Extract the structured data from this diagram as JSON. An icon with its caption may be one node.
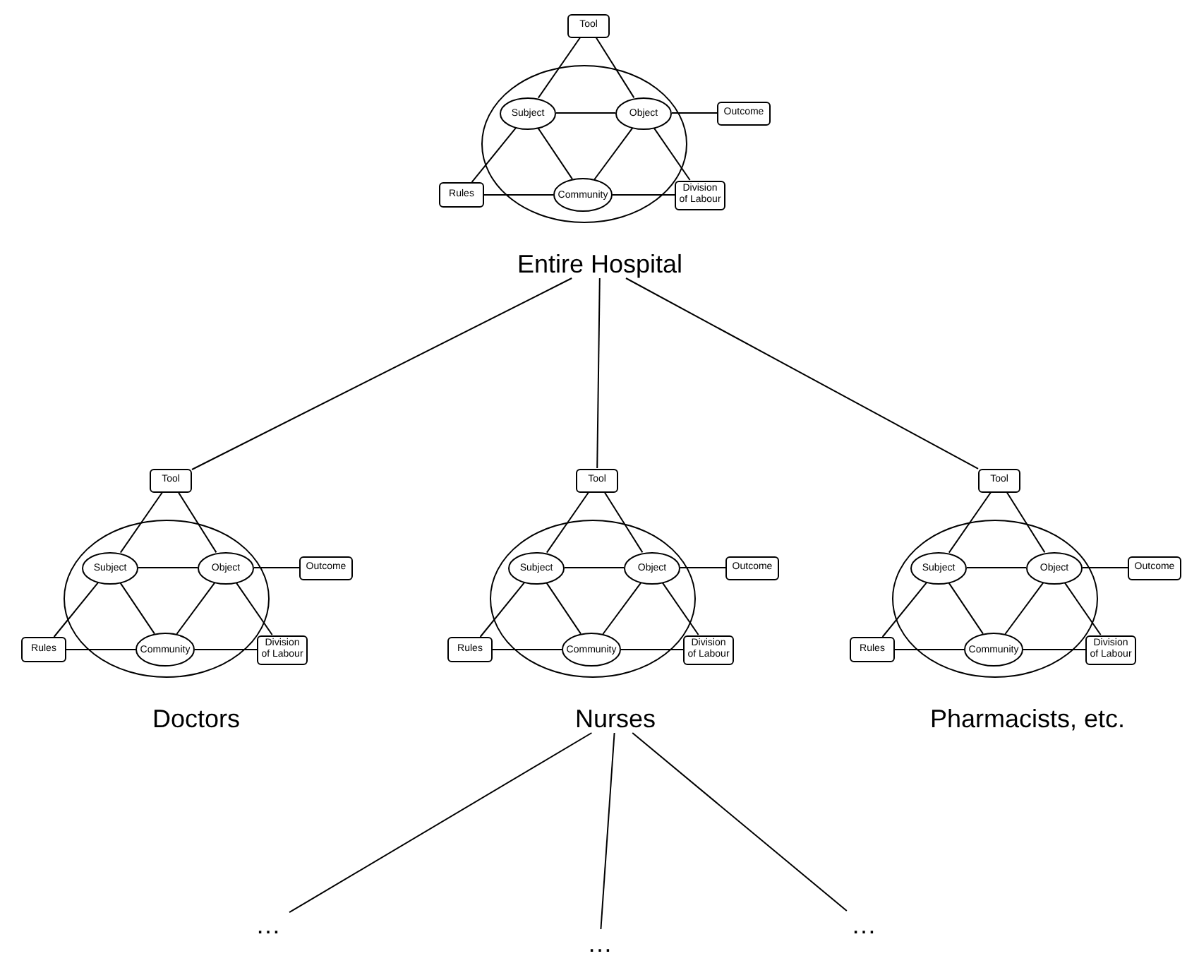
{
  "diagram": {
    "nodes": [
      {
        "text": [
          "Tool"
        ]
      },
      {
        "text": [],
        "shape": "circle"
      },
      {
        "text": [
          "Subject"
        ],
        "in": 1
      },
      {
        "text": [
          "Object"
        ],
        "in": 1
      },
      {
        "text": [
          "Outcome"
        ]
      },
      {
        "text": [
          "Rules"
        ]
      },
      {
        "text": [
          "Community"
        ],
        "in": 1
      },
      {
        "text": [
          "Division of Labour"
        ]
      },
      {
        "text": [
          "Entire Hospital"
        ]
      },
      {
        "text": [
          "Tool"
        ]
      },
      {
        "text": [],
        "shape": "circle"
      },
      {
        "text": [
          "Subject"
        ],
        "in": 10
      },
      {
        "text": [
          "Object"
        ],
        "in": 10
      },
      {
        "text": [
          "Outcome"
        ]
      },
      {
        "text": [
          "Rules"
        ]
      },
      {
        "text": [
          "Community"
        ],
        "in": 10
      },
      {
        "text": [
          "Division of Labour"
        ]
      },
      {
        "text": [
          "Doctors"
        ]
      },
      {
        "text": [
          "Tool"
        ]
      },
      {
        "text": [],
        "shape": "circle"
      },
      {
        "text": [
          "Subject"
        ],
        "in": 19
      },
      {
        "text": [
          "Object"
        ],
        "in": 19
      },
      {
        "text": [
          "Outcome"
        ]
      },
      {
        "text": [
          "Rules"
        ]
      },
      {
        "text": [
          "Community"
        ],
        "in": 19
      },
      {
        "text": [
          "Division of Labour"
        ]
      },
      {
        "text": [
          "Nurses"
        ]
      },
      {
        "text": [
          "Tool"
        ]
      },
      {
        "text": [],
        "shape": "circle"
      },
      {
        "text": [
          "Subject"
        ],
        "in": 28
      },
      {
        "text": [
          "Object"
        ],
        "in": 28
      },
      {
        "text": [
          "Outcome"
        ]
      },
      {
        "text": [
          "Rules"
        ]
      },
      {
        "text": [
          "Community"
        ],
        "in": 28
      },
      {
        "text": [
          "Division of Labour"
        ]
      },
      {
        "text": [
          "Pharmacists, etc."
        ]
      },
      {
        "text": [
          "…"
        ]
      },
      {
        "text": [
          "…"
        ]
      },
      {
        "text": [
          "…"
        ]
      }
    ],
    "edges": [
      {
        "from": 0,
        "to": 2,
        "arrow": "none"
      },
      {
        "from": 0,
        "to": 3,
        "arrow": "none"
      },
      {
        "from": 2,
        "to": 3,
        "arrow": "none"
      },
      {
        "from": 3,
        "to": 4,
        "arrow": "none"
      },
      {
        "from": 2,
        "to": 5,
        "arrow": "none"
      },
      {
        "from": 2,
        "to": 6,
        "arrow": "none"
      },
      {
        "from": 3,
        "to": 6,
        "arrow": "none"
      },
      {
        "from": 3,
        "to": 7,
        "arrow": "none"
      },
      {
        "from": 5,
        "to": 6,
        "arrow": "none"
      },
      {
        "from": 6,
        "to": 7,
        "arrow": "none"
      },
      {
        "from": 9,
        "to": 11,
        "arrow": "none"
      },
      {
        "from": 9,
        "to": 12,
        "arrow": "none"
      },
      {
        "from": 11,
        "to": 12,
        "arrow": "none"
      },
      {
        "from": 12,
        "to": 13,
        "arrow": "none"
      },
      {
        "from": 11,
        "to": 14,
        "arrow": "none"
      },
      {
        "from": 11,
        "to": 15,
        "arrow": "none"
      },
      {
        "from": 12,
        "to": 15,
        "arrow": "none"
      },
      {
        "from": 12,
        "to": 16,
        "arrow": "none"
      },
      {
        "from": 14,
        "to": 15,
        "arrow": "none"
      },
      {
        "from": 15,
        "to": 16,
        "arrow": "none"
      },
      {
        "from": 18,
        "to": 20,
        "arrow": "none"
      },
      {
        "from": 18,
        "to": 21,
        "arrow": "none"
      },
      {
        "from": 20,
        "to": 21,
        "arrow": "none"
      },
      {
        "from": 21,
        "to": 22,
        "arrow": "none"
      },
      {
        "from": 20,
        "to": 23,
        "arrow": "none"
      },
      {
        "from": 20,
        "to": 24,
        "arrow": "none"
      },
      {
        "from": 21,
        "to": 24,
        "arrow": "none"
      },
      {
        "from": 21,
        "to": 25,
        "arrow": "none"
      },
      {
        "from": 23,
        "to": 24,
        "arrow": "none"
      },
      {
        "from": 24,
        "to": 25,
        "arrow": "none"
      },
      {
        "from": 27,
        "to": 29,
        "arrow": "none"
      },
      {
        "from": 27,
        "to": 30,
        "arrow": "none"
      },
      {
        "from": 29,
        "to": 30,
        "arrow": "none"
      },
      {
        "from": 30,
        "to": 31,
        "arrow": "none"
      },
      {
        "from": 29,
        "to": 32,
        "arrow": "none"
      },
      {
        "from": 29,
        "to": 33,
        "arrow": "none"
      },
      {
        "from": 30,
        "to": 33,
        "arrow": "none"
      },
      {
        "from": 30,
        "to": 34,
        "arrow": "none"
      },
      {
        "from": 32,
        "to": 33,
        "arrow": "none"
      },
      {
        "from": 33,
        "to": 34,
        "arrow": "none"
      },
      {
        "from": 8,
        "to": 9,
        "arrow": "none"
      },
      {
        "from": 8,
        "to": 18,
        "arrow": "none"
      },
      {
        "from": 8,
        "to": 27,
        "arrow": "none"
      },
      {
        "from": 26,
        "to": 36,
        "arrow": "none"
      },
      {
        "from": 26,
        "to": 37,
        "arrow": "none"
      },
      {
        "from": 26,
        "to": 38,
        "arrow": "none"
      }
    ]
  }
}
